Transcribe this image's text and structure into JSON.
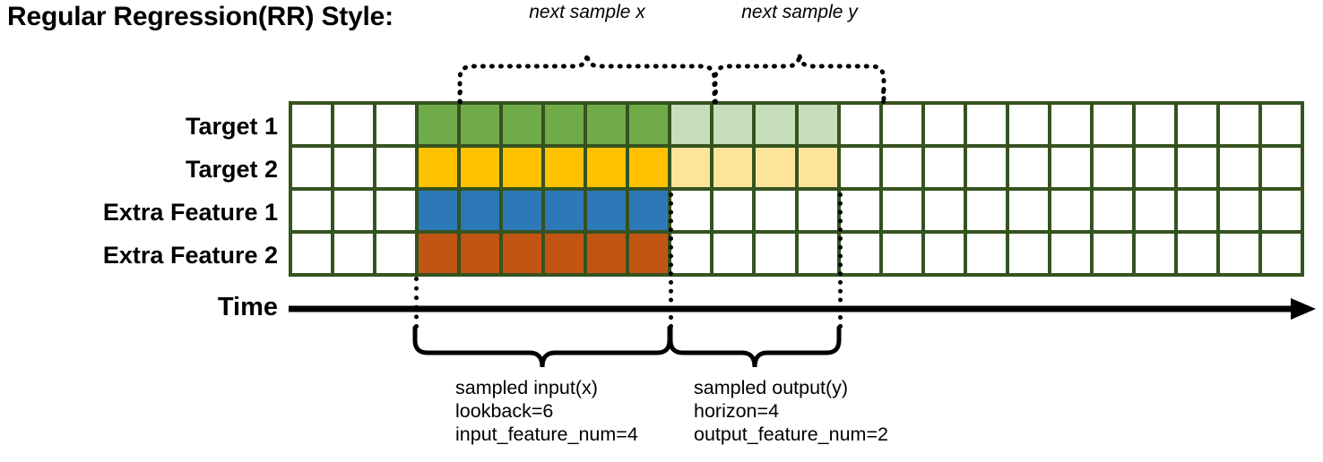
{
  "title": "Regular Regression(RR) Style:",
  "axis": {
    "time_label": "Time"
  },
  "rows": [
    {
      "label": "Target 1",
      "fill": "#70ab4a",
      "fill_light": "#c6debb",
      "has_output": true
    },
    {
      "label": "Target 2",
      "fill": "#ffc200",
      "fill_light": "#fce49b",
      "has_output": true
    },
    {
      "label": "Extra Feature 1",
      "fill": "#2d79b8",
      "fill_light": "",
      "has_output": false
    },
    {
      "label": "Extra Feature 2",
      "fill": "#c35512",
      "fill_light": "",
      "has_output": false
    }
  ],
  "grid": {
    "columns": 24,
    "blank_lead": 3,
    "input_cols": 6,
    "output_cols": 4,
    "border_color": "#35531f",
    "empty_color": "#ffffff"
  },
  "top_braces": [
    {
      "caption": "next sample x"
    },
    {
      "caption": "next sample y"
    }
  ],
  "bottom_braces": [
    {
      "lines": [
        "sampled input(x)",
        "lookback=6",
        "input_feature_num=4"
      ]
    },
    {
      "lines": [
        "sampled output(y)",
        "horizon=4",
        "output_feature_num=2"
      ]
    }
  ],
  "chart_data": {
    "type": "heatmap",
    "title": "Regular Regression(RR) Style:",
    "xlabel": "Time",
    "ylabel": "",
    "categories": [
      "Target 1",
      "Target 2",
      "Extra Feature 1",
      "Extra Feature 2"
    ],
    "total_timesteps": 24,
    "lookback": 6,
    "horizon": 4,
    "input_feature_num": 4,
    "output_feature_num": 2,
    "input_window_start_col": 4,
    "input_window_end_col": 9,
    "output_window_start_col": 10,
    "output_window_end_col": 13,
    "legend": [
      "next sample x",
      "next sample y"
    ],
    "grid": true
  }
}
